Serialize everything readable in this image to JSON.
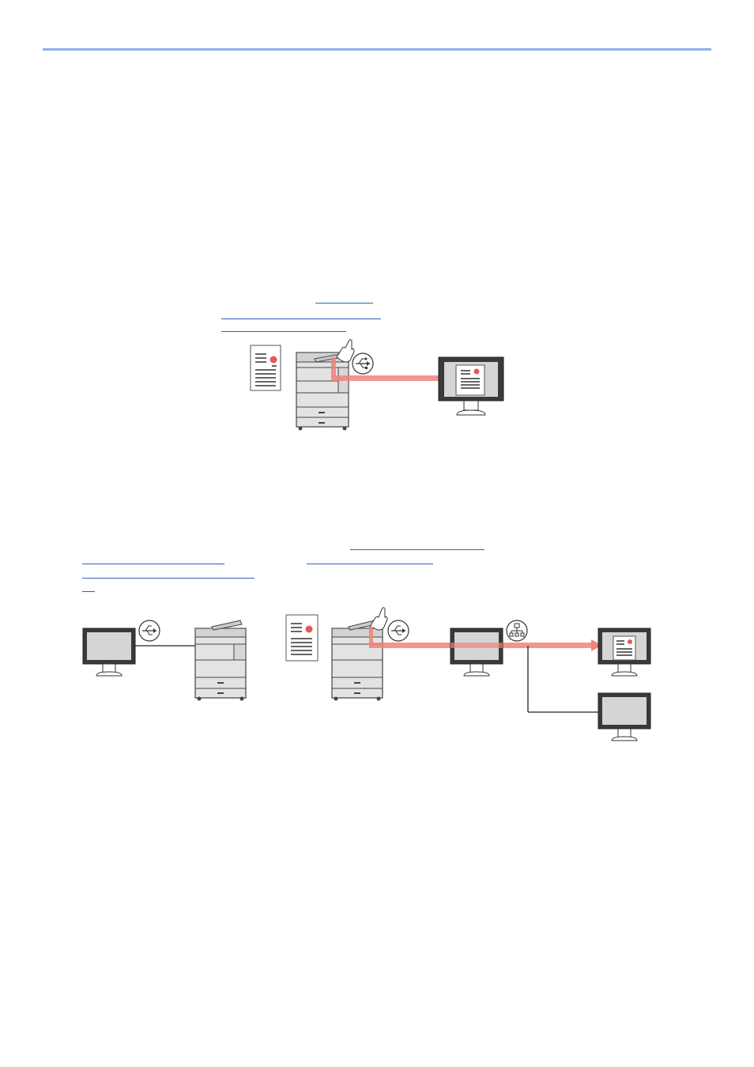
{
  "page": {
    "header_rule_color": "#8db0ea",
    "link_color": "#2e62c0",
    "transfer_arrow_color": "#f08478"
  },
  "figure_1": {
    "elements": [
      "scanner-printer",
      "paper-original",
      "usb-icon",
      "monitor-with-scanned-document"
    ],
    "icons": [
      "hand-touch-icon",
      "usb-icon"
    ]
  },
  "figure_2": {
    "elements": [
      "computer",
      "usb-icon",
      "printer",
      "paper-original",
      "scanner-printer",
      "hand-touch-icon",
      "usb-icon",
      "computer",
      "network-icon",
      "computer-with-scanned-document",
      "computer"
    ],
    "icons": [
      "usb-icon",
      "hand-touch-icon",
      "network-icon"
    ]
  }
}
